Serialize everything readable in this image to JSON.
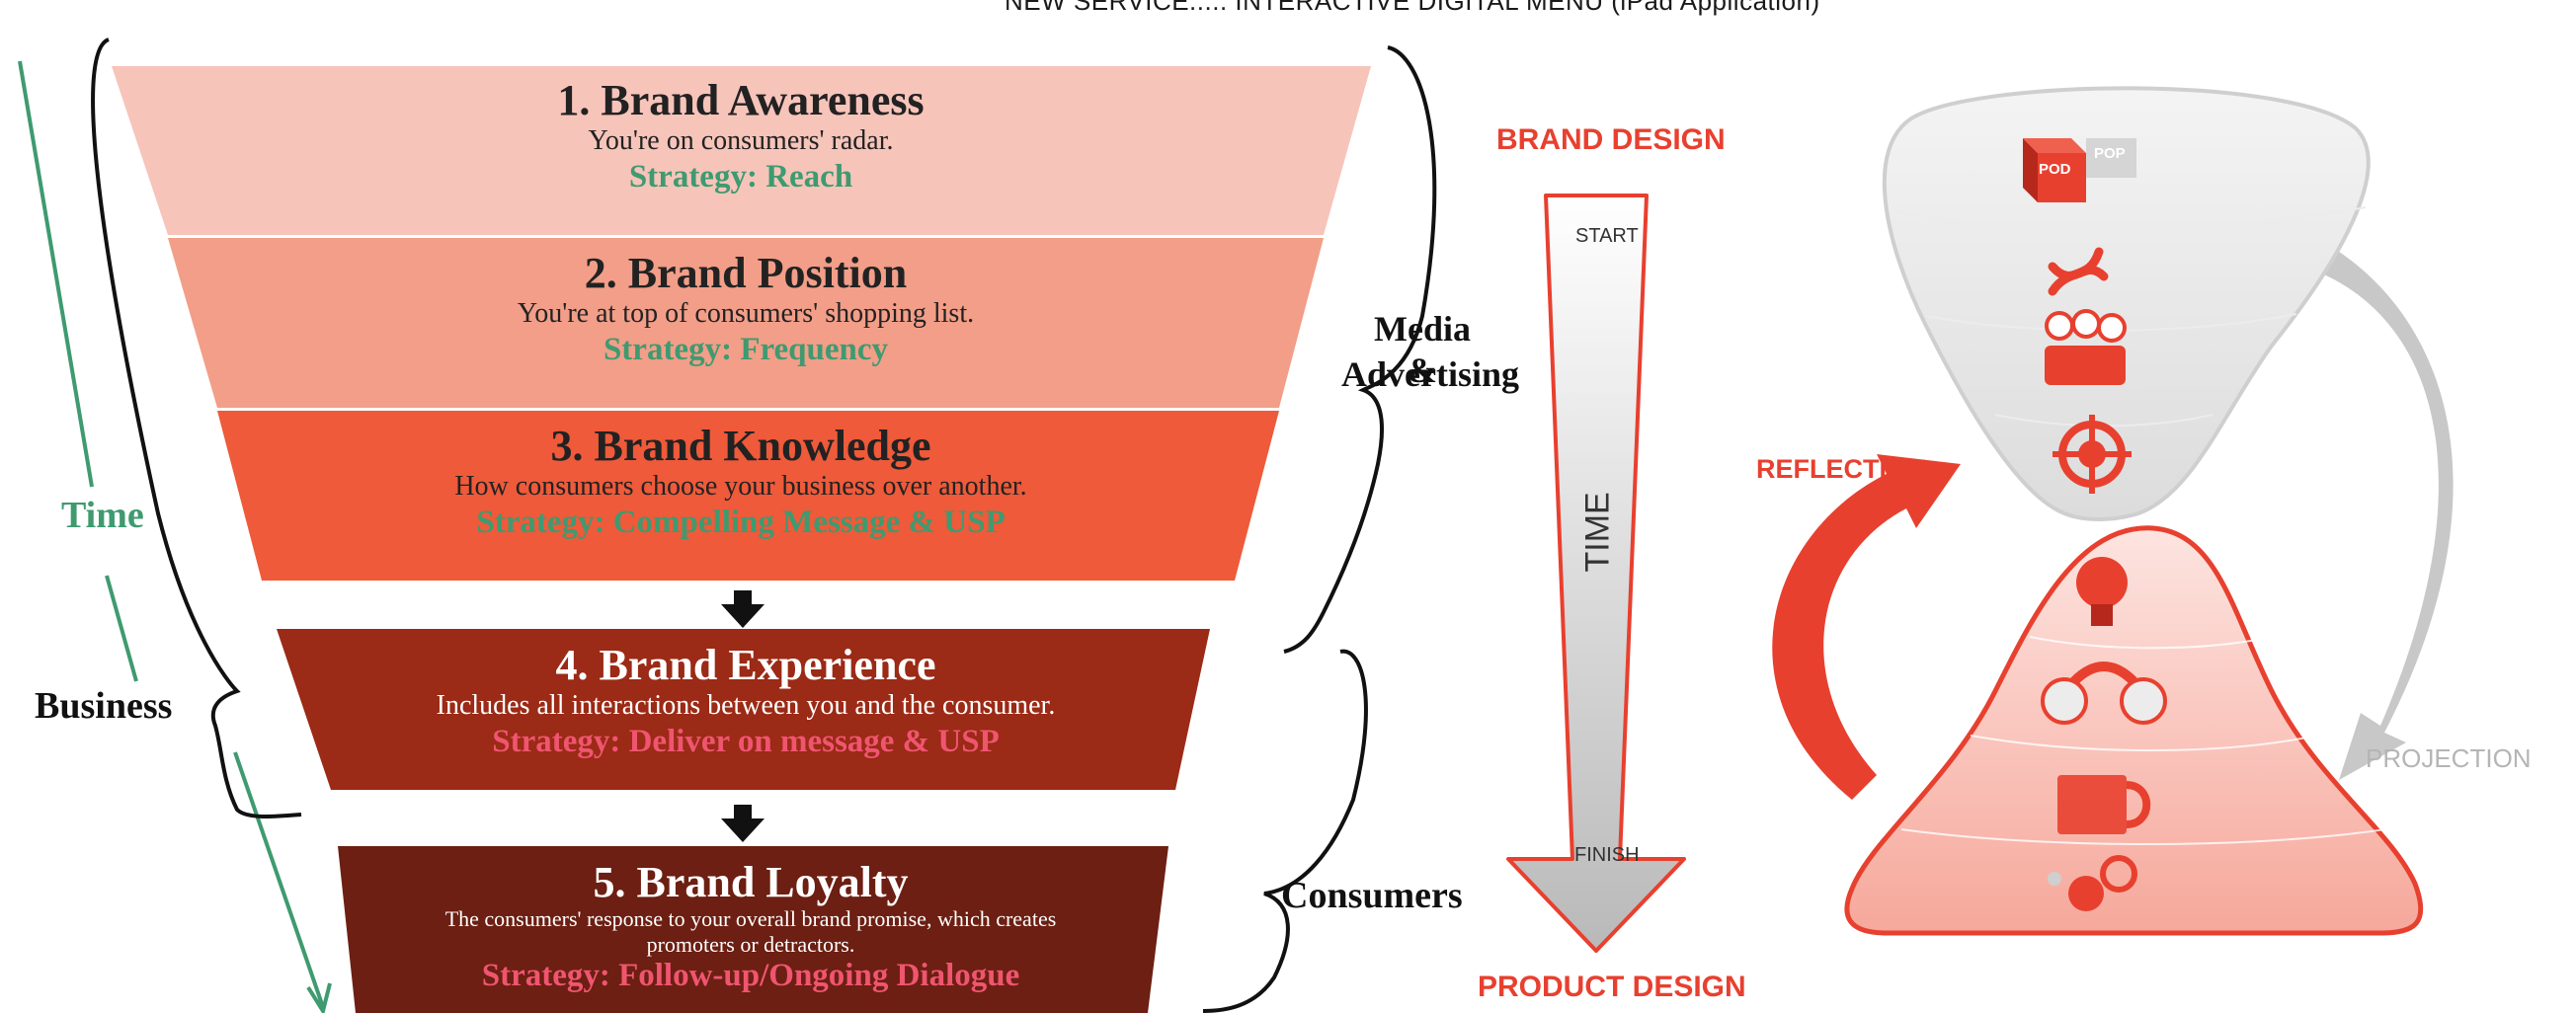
{
  "header": {
    "title": "NEW SERVICE..... INTERACTIVE DIGITAL MENU (iPad Application)"
  },
  "funnel": {
    "stages": [
      {
        "title": "1. Brand Awareness",
        "desc": "You're on consumers' radar.",
        "strategy": "Strategy: Reach"
      },
      {
        "title": "2. Brand Position",
        "desc": "You're at top of consumers' shopping list.",
        "strategy": "Strategy: Frequency"
      },
      {
        "title": "3. Brand Knowledge",
        "desc": "How consumers choose your business over another.",
        "strategy": "Strategy: Compelling Message & USP"
      },
      {
        "title": "4. Brand Experience",
        "desc": "Includes all interactions between you and the consumer.",
        "strategy": "Strategy: Deliver on message & USP"
      },
      {
        "title": "5. Brand Loyalty",
        "desc": "The consumers' response to your overall brand promise, which creates promoters or detractors.",
        "strategy": "Strategy: Follow-up/Ongoing Dialogue"
      }
    ],
    "colors": {
      "stage1": "#f7c4ba",
      "stage2": "#f29e88",
      "stage3": "#ee5a3a",
      "stage4": "#9b2a16",
      "stage5": "#6c1f12",
      "strategy_green": "#3f9a70",
      "strategy_pink": "#f05570"
    },
    "labels": {
      "time": "Time",
      "business": "Business",
      "media_line1": "Media &",
      "media_line2": "Advertising",
      "consumers": "Consumers"
    }
  },
  "time_arrow": {
    "top_label": "BRAND DESIGN",
    "bottom_label": "PRODUCT DESIGN",
    "start": "START",
    "time": "TIME",
    "finish": "FINISH"
  },
  "hourglass": {
    "reflection": "REFLECTION",
    "projection": "PROJECTION",
    "pod_label": "POD",
    "pop_label": "POP",
    "accent": "#e8402f",
    "grey": "#c8c8c8"
  }
}
